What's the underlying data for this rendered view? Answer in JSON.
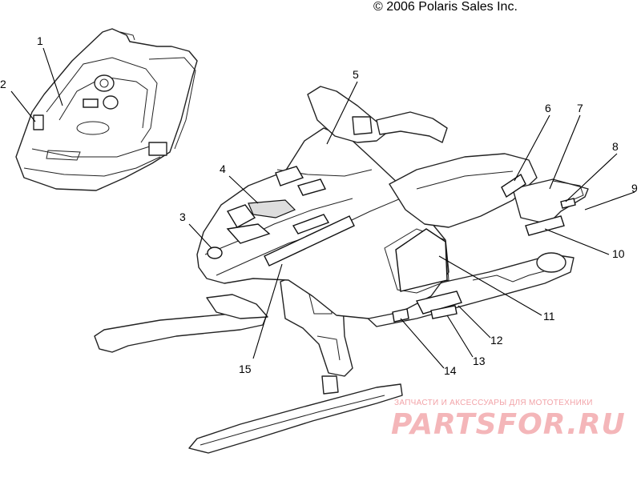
{
  "copyright": "© 2006 Polaris Sales Inc.",
  "callouts": [
    "1",
    "2",
    "3",
    "4",
    "5",
    "6",
    "7",
    "8",
    "9",
    "10",
    "11",
    "12",
    "13",
    "14",
    "15"
  ],
  "watermark": {
    "tagline": "ЗАПЧАСТИ И АКСЕССУАРЫ ДЛЯ МОТОТЕХНИКИ",
    "logo": "PARTSFOR.RU",
    "colors": {
      "tagline": "#f2a3a8",
      "logo": "#f4b6b9"
    }
  }
}
